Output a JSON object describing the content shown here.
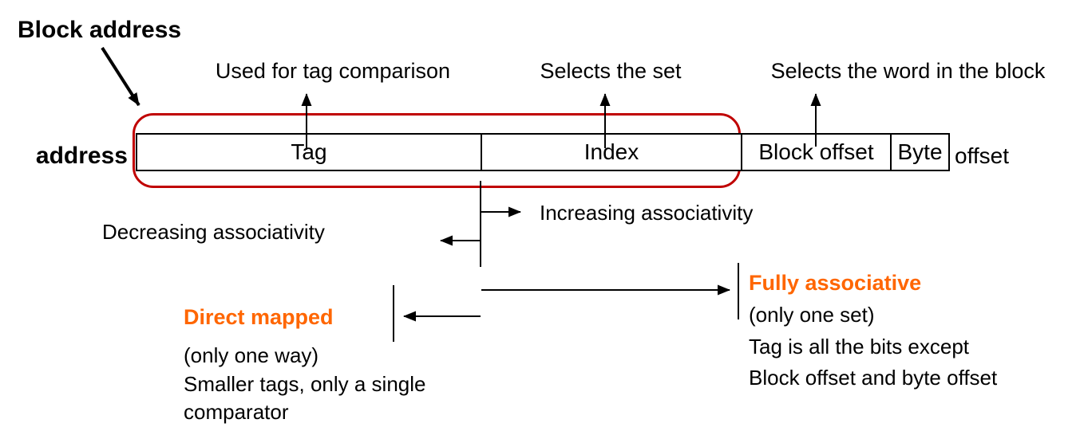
{
  "title": "Block address",
  "address_row": {
    "label": "address",
    "fields": [
      {
        "label": "Tag"
      },
      {
        "label": "Index"
      },
      {
        "label": "Block offset"
      },
      {
        "label": "Byte"
      }
    ],
    "trailing_label": "offset"
  },
  "annotations": {
    "tag_comparison": "Used for tag comparison",
    "selects_set": "Selects the set",
    "selects_word": "Selects the word in the block",
    "increasing": "Increasing associativity",
    "decreasing": "Decreasing associativity"
  },
  "direct_mapped": {
    "title": "Direct mapped",
    "lines": [
      "(only one way)",
      "Smaller tags, only a single",
      "comparator"
    ]
  },
  "fully_associative": {
    "title": "Fully associative",
    "lines": [
      "(only one set)",
      "Tag is all the bits except",
      "Block offset and byte offset"
    ]
  },
  "colors": {
    "accent_orange": "#FF6600",
    "highlight_red": "#C00000",
    "line_black": "#000000"
  }
}
